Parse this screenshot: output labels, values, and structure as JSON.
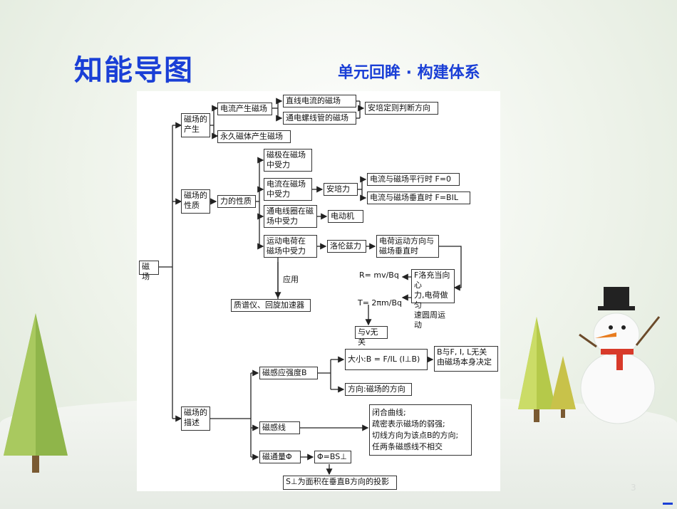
{
  "header": {
    "title": "知能导图",
    "subtitle": "单元回眸 · 构建体系"
  },
  "diagram": {
    "root": "磁场",
    "generation": {
      "label": "磁场的\n产生",
      "current": "电流产生磁场",
      "straight": "直线电流的磁场",
      "solenoid": "通电螺线管的磁场",
      "rule": "安培定则判断方向",
      "magnet": "永久磁体产生磁场"
    },
    "properties": {
      "label": "磁场的\n性质",
      "force_label": "力的性质",
      "pole": "磁极在磁场\n中受力",
      "current": "电流在磁场\n中受力",
      "ampere": "安培力",
      "parallel": "电流与磁场平行时 F=0",
      "perpendicular": "电流与磁场垂直时 F=BIL",
      "coil": "通电线圈在磁\n场中受力",
      "motor": "电动机",
      "charge": "运动电荷在\n磁场中受力",
      "lorentz": "洛伦兹力",
      "charge_dir": "电荷运动方向与\n磁场垂直时",
      "circular": "F洛充当向心\n力,电荷做匀\n速圆周运动",
      "radius": "R= mv/Bq",
      "period": "T= 2πm/Bq",
      "independent": "与v无关",
      "application": "应用",
      "devices": "质谱仪、回旋加速器"
    },
    "description": {
      "label": "磁场的\n描述",
      "intensity": "磁感应强度B",
      "magnitude": "大小:B = F/IL (I⊥B)",
      "magnitude_note": "B与F, I, L无关\n由磁场本身决定",
      "direction": "方向:磁场的方向",
      "lines": "磁感线",
      "lines_props": "闭合曲线;\n疏密表示磁场的弱强;\n切线方向为该点B的方向;\n任两条磁感线不相交",
      "flux": "磁通量Φ",
      "flux_formula": "Φ=BS⊥",
      "projection": "S⊥为面积在垂直B方向的投影"
    }
  },
  "page_number": "3"
}
